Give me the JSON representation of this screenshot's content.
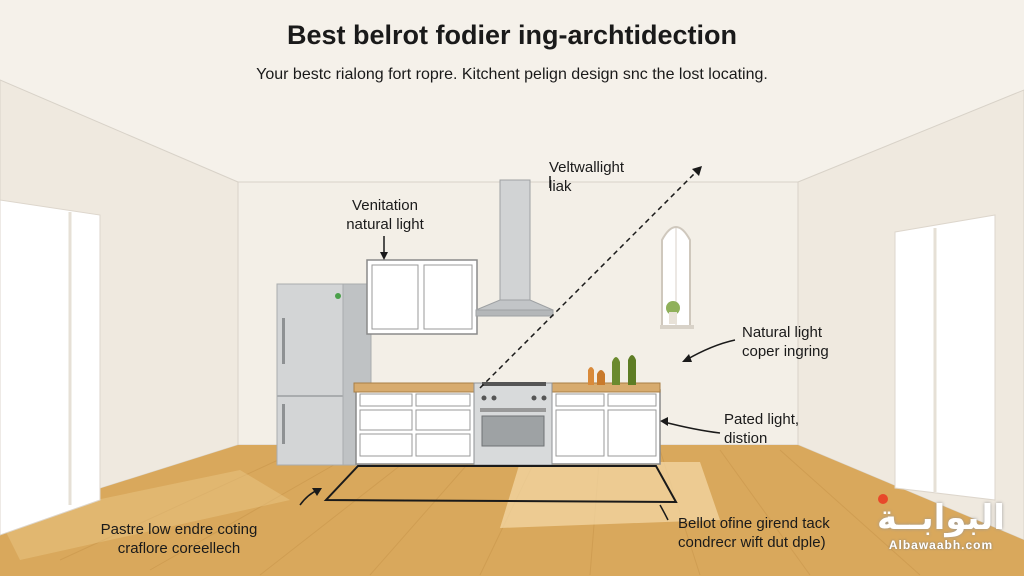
{
  "header": {
    "title": "Best belrot fodier ing-archtidection",
    "subtitle": "Your bestc rialong fort ropre. Kitchent pelign design snc the lost locating."
  },
  "annotations": {
    "ventilation": {
      "line1": "Venitation",
      "line2": "natural light"
    },
    "veltwallight": {
      "line1": "Veltwallight",
      "line2": "liak"
    },
    "natural_light": {
      "line1": "Natural light",
      "line2": "coper ingring"
    },
    "pated_light": {
      "line1": "Pated light,",
      "line2": "distion"
    },
    "pastre": {
      "line1": "Pastre low endre coting",
      "line2": "craflore coreellech"
    },
    "belot": {
      "line1": "Bellot ofine girend tack",
      "line2": "condrecr wift dut dple)"
    }
  },
  "watermark": {
    "arabic": "البوابــة",
    "latin": "Albawaabh.com"
  },
  "colors": {
    "wall": "#f5f1ea",
    "floor": "#d9a85c",
    "cabinet": "#ffffff",
    "countertop": "#d7ab6e",
    "steel": "#c9cbcc",
    "bottle_green": "#6b8a2e",
    "bottle_orange": "#d98a3a",
    "logo_accent": "#e8482a"
  }
}
